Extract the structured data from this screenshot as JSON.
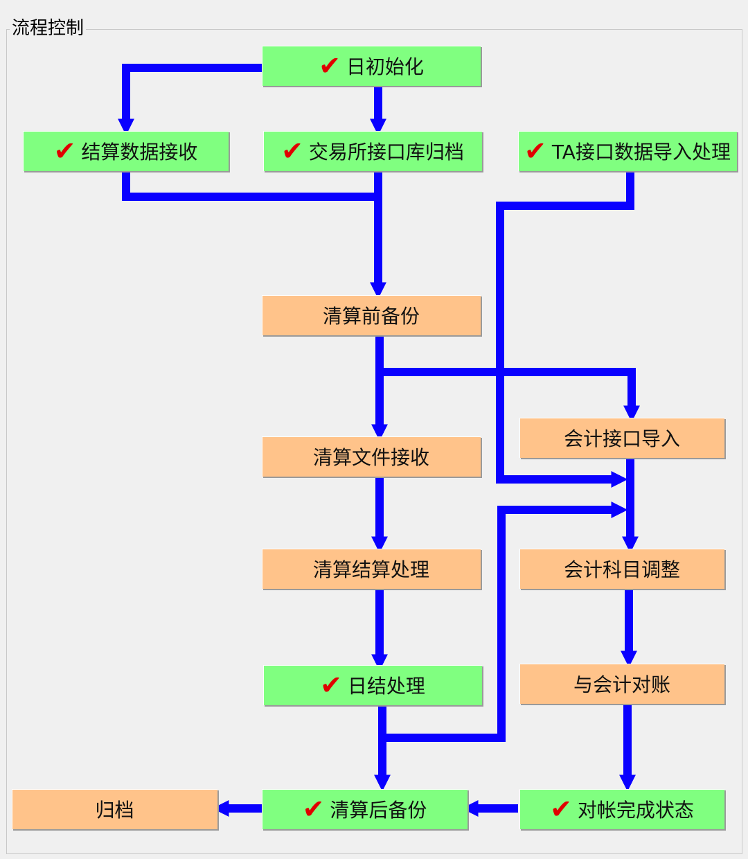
{
  "group_title": "流程控制",
  "colors": {
    "done": "#80ff80",
    "pending": "#ffc38a",
    "arrow": "#0a00ff",
    "check": "#e00000"
  },
  "check_icon": "checkmark-icon",
  "nodes": {
    "day_init": {
      "label": "日初始化",
      "done": true
    },
    "settle_data_recv": {
      "label": "结算数据接收",
      "done": true
    },
    "exchange_archive": {
      "label": "交易所接口库归档",
      "done": true
    },
    "ta_import": {
      "label": "TA接口数据导入处理",
      "done": true
    },
    "pre_clear_backup": {
      "label": "清算前备份",
      "done": false
    },
    "clear_file_recv": {
      "label": "清算文件接收",
      "done": false
    },
    "accounting_import": {
      "label": "会计接口导入",
      "done": false
    },
    "clear_settle_proc": {
      "label": "清算结算处理",
      "done": false
    },
    "account_adjust": {
      "label": "会计科目调整",
      "done": false
    },
    "day_end_proc": {
      "label": "日结处理",
      "done": true
    },
    "reconcile_accounting": {
      "label": "与会计对账",
      "done": false
    },
    "archive": {
      "label": "归档",
      "done": false
    },
    "post_clear_backup": {
      "label": "清算后备份",
      "done": true
    },
    "reconcile_done": {
      "label": "对帐完成状态",
      "done": true
    }
  }
}
